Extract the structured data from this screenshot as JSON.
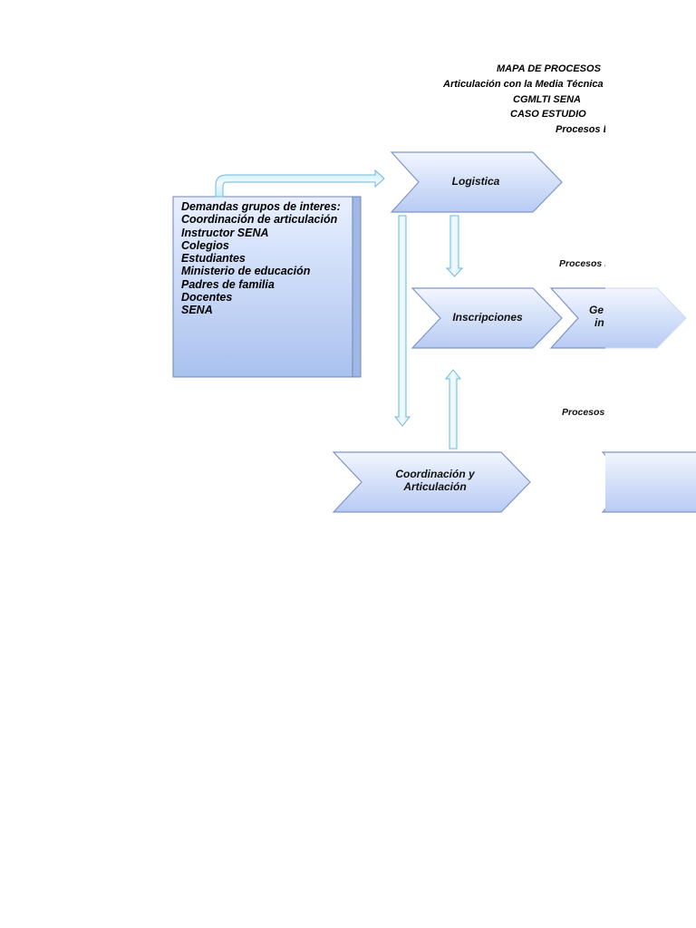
{
  "header": {
    "line1": "MAPA DE PROCESOS",
    "line2": "Articulación con la Media Técnica c",
    "line3": "CGMLTI SENA",
    "line4": "CASO ESTUDIO",
    "line5": "Procesos Es"
  },
  "demands": {
    "items": [
      "Demandas grupos de interes:",
      "Coordinación de articulación",
      "Instructor SENA",
      "Colegios",
      "Estudiantes",
      "Ministerio de educación",
      "Padres de familia",
      "Docentes",
      "SENA"
    ]
  },
  "processes": {
    "logistica": "Logistica",
    "inscripciones": "Inscripciones",
    "coordinacion_line1": "Coordinación y",
    "coordinacion_line2": "Articulación",
    "gestion_line1": "Ge",
    "gestion_line2": "in"
  },
  "labels": {
    "misionales": "Procesos M",
    "apoyo": "Procesos d"
  },
  "colors": {
    "shape_fill_light": "#eef3ff",
    "shape_fill_dark": "#b9cdf5",
    "shape_stroke": "#7f95c9",
    "arrow_fill": "#d6f0fb",
    "arrow_stroke": "#6fb9d8"
  }
}
